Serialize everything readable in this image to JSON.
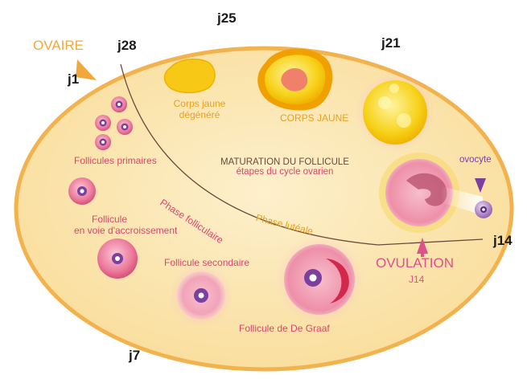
{
  "ovary_label": "OVAIRE",
  "days": {
    "j1": "j1",
    "j7": "j7",
    "j14": "j14",
    "j21": "j21",
    "j25": "j25",
    "j28": "j28"
  },
  "stages": {
    "primary_follicles": "Follicules primaires",
    "growing_follicle_line1": "Follicule",
    "growing_follicle_line2": "en voie d'accroissement",
    "secondary_follicle": "Follicule secondaire",
    "graaf_follicle": "Follicule de De Graaf",
    "corpus_luteum": "CORPS JAUNE",
    "degenerated_line1": "Corps jaune",
    "degenerated_line2": "dégénéré",
    "oocyte": "ovocyte"
  },
  "center": {
    "title": "MATURATION DU FOLLICULE",
    "subtitle": "étapes du cycle ovarien"
  },
  "phases": {
    "follicular": "Phase folliculaire",
    "luteal": "Phase lutéale"
  },
  "ovulation": {
    "label": "OVULATION",
    "day": "J14"
  },
  "colors": {
    "ovary_fill": "#fbe6b0",
    "ovary_border": "#f2b24e",
    "pink_text": "#d9466f",
    "orange_text": "#e6a11f",
    "oocyte_purple": "#7b3fa0",
    "corpus_yellow": "#f7d21a"
  }
}
